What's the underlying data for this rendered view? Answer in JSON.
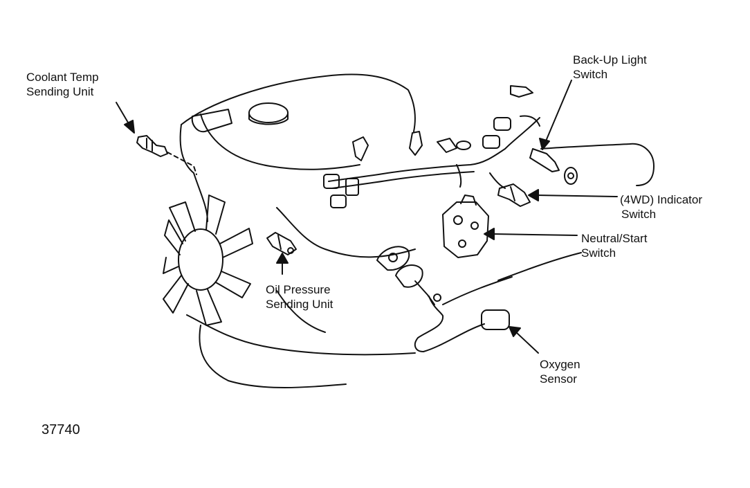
{
  "labels": {
    "coolant": [
      "Coolant Temp",
      "Sending Unit"
    ],
    "backup": [
      "Back-Up Light",
      "Switch"
    ],
    "indicator": [
      "(4WD) Indicator",
      "Switch"
    ],
    "neutral": [
      "Neutral/Start",
      "Switch"
    ],
    "oil": [
      "Oil Pressure",
      "Sending Unit"
    ],
    "oxygen": [
      "Oxygen",
      "Sensor"
    ]
  },
  "figure_number": "37740"
}
